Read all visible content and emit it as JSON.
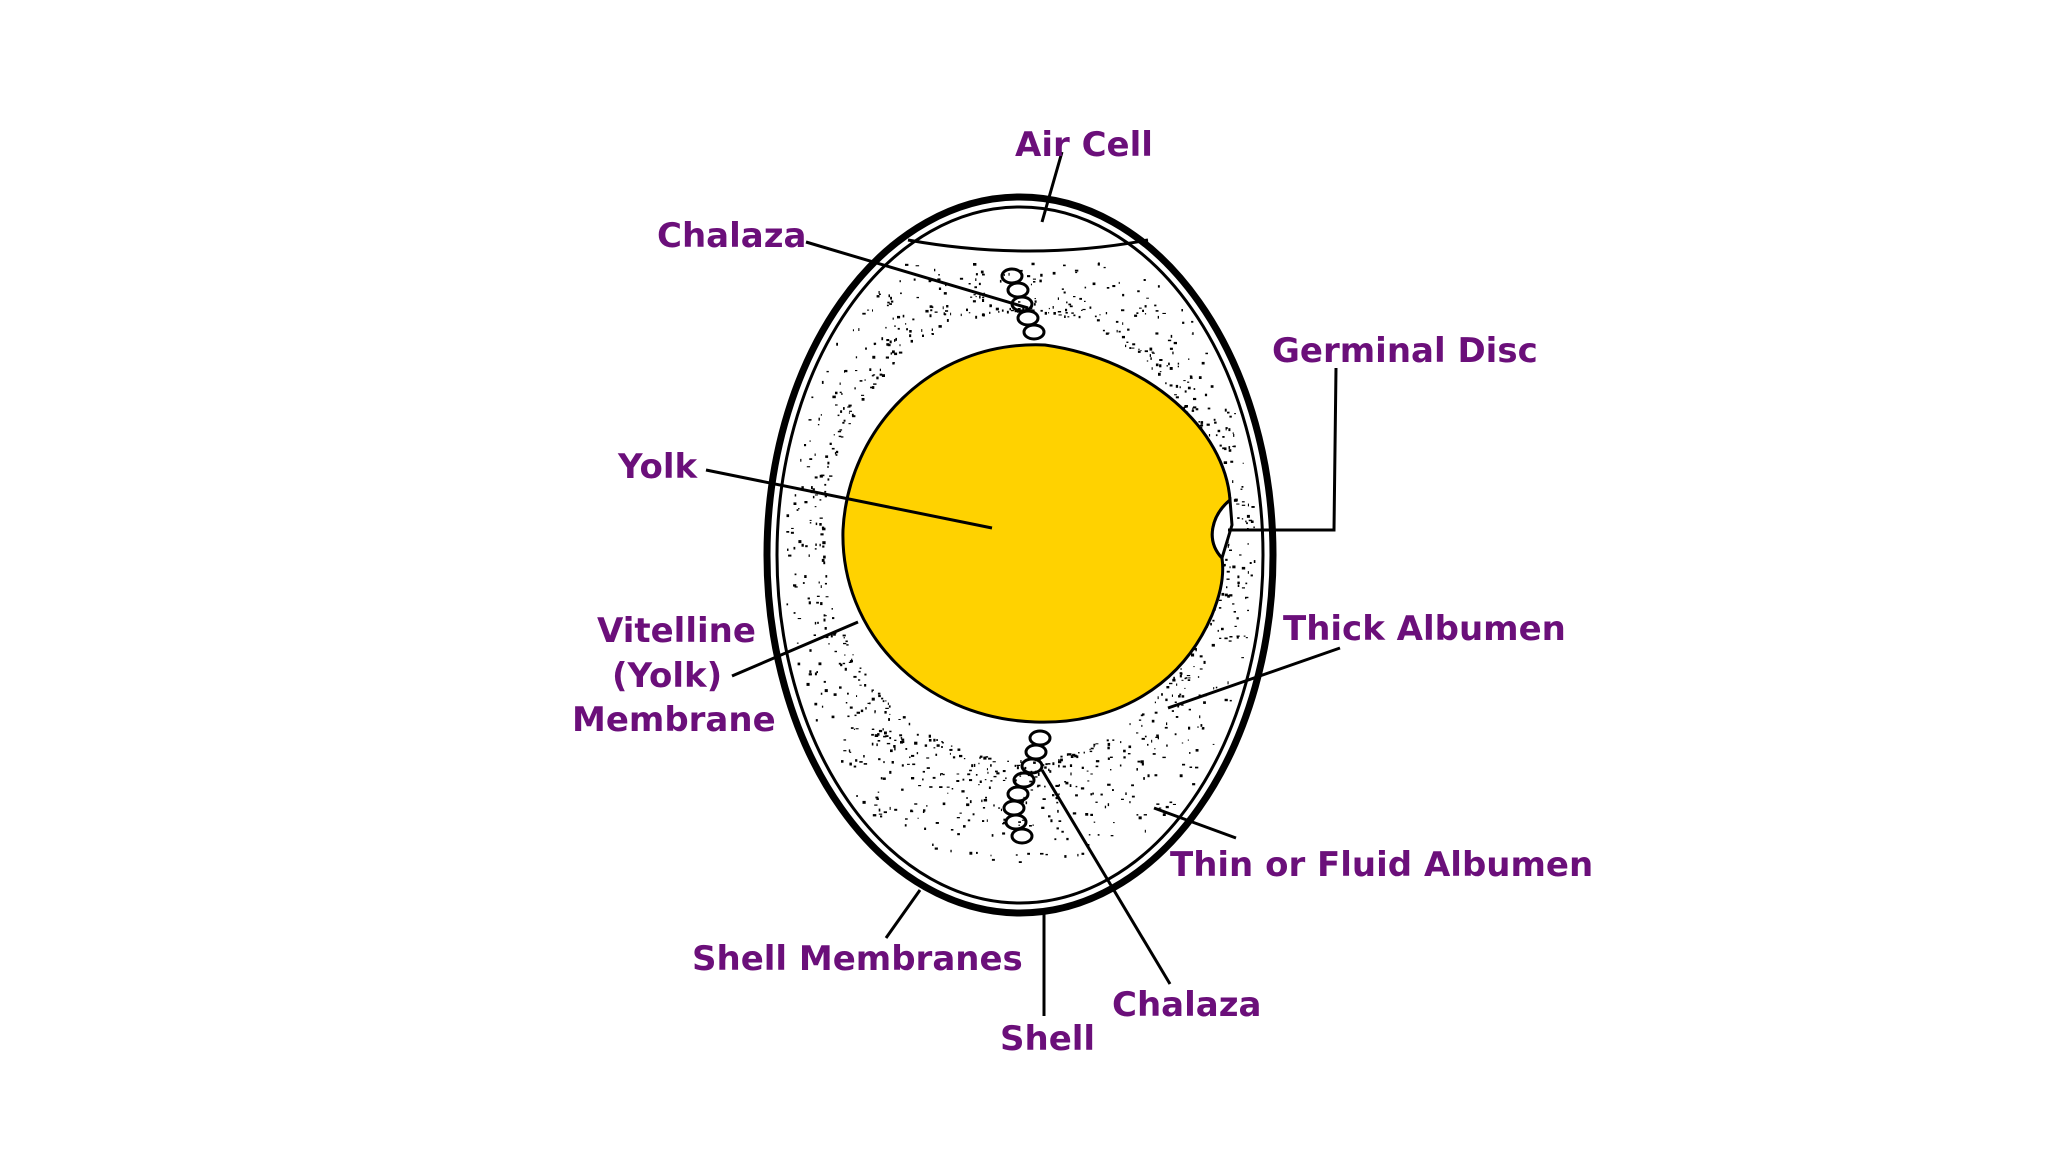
{
  "colors": {
    "label": "#6b0f7a",
    "yolk": "#ffd200",
    "outline": "#000000",
    "background": "#ffffff"
  },
  "labels": {
    "air_cell": "Air Cell",
    "chalaza_top": "Chalaza",
    "germinal_disc": "Germinal Disc",
    "yolk": "Yolk",
    "thick_albumen": "Thick Albumen",
    "vitelline_line1": "Vitelline",
    "vitelline_line2": "(Yolk)",
    "vitelline_line3": "Membrane",
    "thin_albumen": "Thin or Fluid Albumen",
    "shell_membranes": "Shell Membranes",
    "chalaza_bottom": "Chalaza",
    "shell": "Shell"
  }
}
